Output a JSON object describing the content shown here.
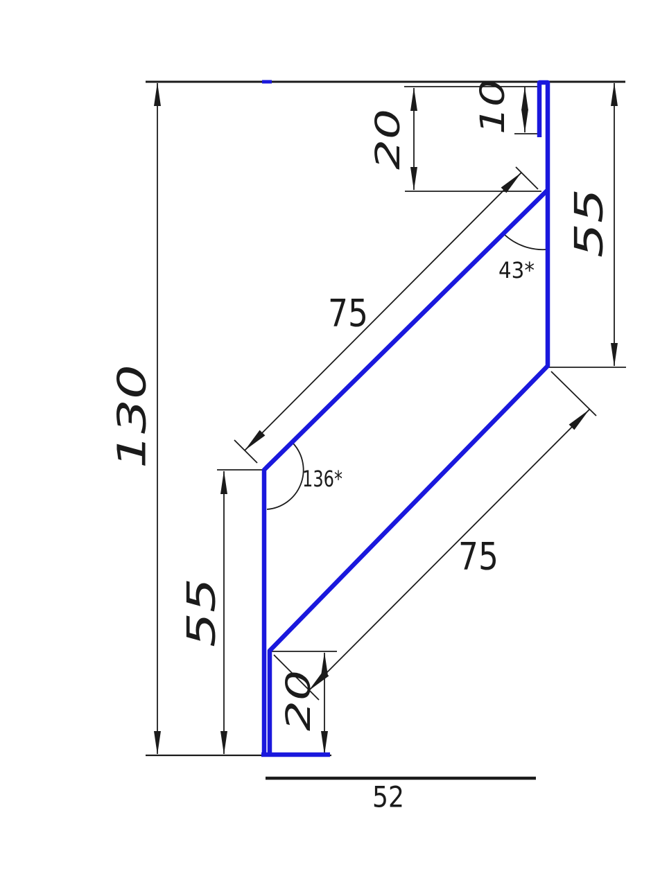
{
  "drawing": {
    "kind": "sheet-metal-profile-cross-section",
    "labels": {
      "total_height": "130",
      "left_height": "55",
      "right_height": "55",
      "top_inset": "20",
      "hem": "10",
      "upper_diagonal": "75",
      "lower_diagonal": "75",
      "bottom_inset": "20",
      "base_width": "52",
      "upper_angle": "43*",
      "lower_angle": "136*"
    },
    "colors": {
      "profile": "#1a18dd",
      "ink": "#1b1b1b"
    }
  }
}
